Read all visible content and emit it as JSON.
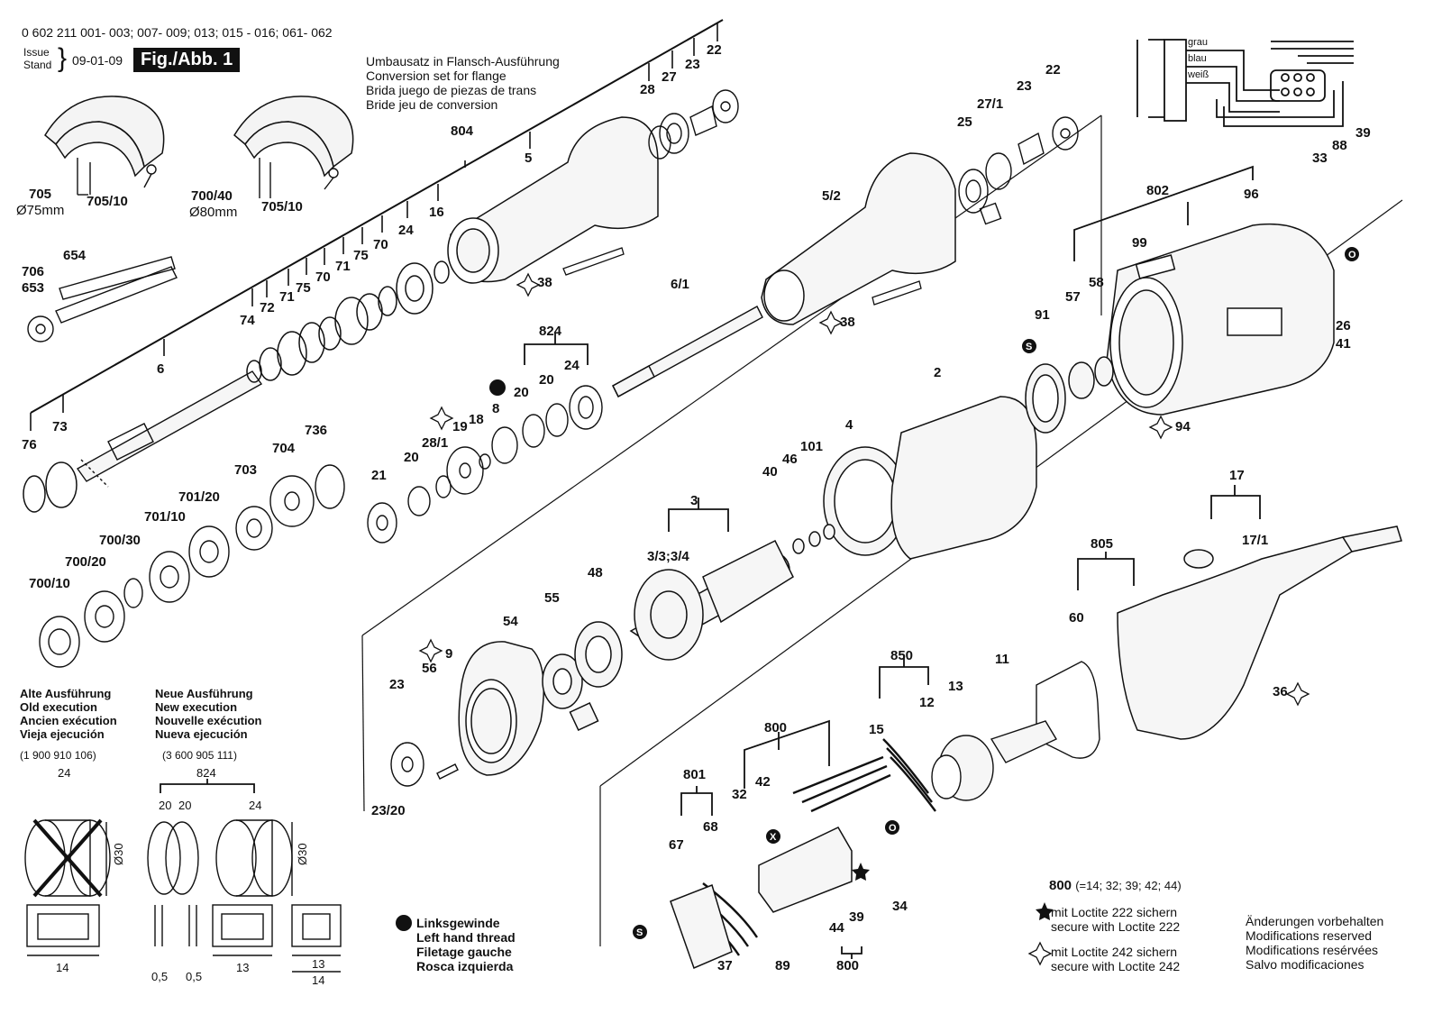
{
  "header": {
    "part_numbers": "0 602 211 001- 003; 007- 009; 013; 015 - 016; 061- 062",
    "issue_label": "Issue",
    "stand_label": "Stand",
    "date": "09-01-09",
    "figure": "Fig./Abb. 1"
  },
  "flange_set": {
    "lines": [
      "Umbausatz in Flansch-Ausführung",
      "Conversion set for flange",
      "Brida juego de piezas de trans",
      "Bride jeu de conversion"
    ]
  },
  "wiring": {
    "wires": [
      "grau",
      "blau",
      "weiß"
    ]
  },
  "old_execution": {
    "lines": [
      "Alte Ausführung",
      "Old execution",
      "Ancien exécution",
      "Vieja ejecución"
    ],
    "part_no": "(1 900 910 106)",
    "item": "24",
    "dim_d": "Ø30",
    "dim_len": "14"
  },
  "new_execution": {
    "lines": [
      "Neue Ausführung",
      "New execution",
      "Nouvelle exécution",
      "Nueva ejecución"
    ],
    "part_no": "(3 600 905 111)",
    "group": "824",
    "items": [
      "20",
      "20",
      "24"
    ],
    "dim_d": "Ø30",
    "dim_a": "0,5",
    "dim_b": "0,5",
    "dim_len1": "13",
    "dim_len2": "13",
    "dim_len3": "14"
  },
  "left_thread": {
    "lines": [
      "Linksgewinde",
      "Left hand thread",
      "Filetage gauche",
      "Rosca izquierda"
    ]
  },
  "kit_800": {
    "label": "800",
    "content": "(=14; 32; 39; 42; 44)"
  },
  "loctite": {
    "l222": [
      "mit Loctite 222 sichern",
      "secure with Loctite 222"
    ],
    "l242": [
      "mit Loctite 242 sichern",
      "secure with Loctite 242"
    ]
  },
  "modifications": {
    "lines": [
      "Änderungen vorbehalten",
      "Modifications reserved",
      "Modifications resérvées",
      "Salvo modificaciones"
    ]
  },
  "part_labels": [
    {
      "id": "22a",
      "text": "22"
    },
    {
      "id": "23a",
      "text": "23"
    },
    {
      "id": "27a",
      "text": "27"
    },
    {
      "id": "28",
      "text": "28"
    },
    {
      "id": "804",
      "text": "804"
    },
    {
      "id": "5",
      "text": "5"
    },
    {
      "id": "16",
      "text": "16"
    },
    {
      "id": "24a",
      "text": "24"
    },
    {
      "id": "70a",
      "text": "70"
    },
    {
      "id": "75a",
      "text": "75"
    },
    {
      "id": "71a",
      "text": "71"
    },
    {
      "id": "70b",
      "text": "70"
    },
    {
      "id": "75b",
      "text": "75"
    },
    {
      "id": "71b",
      "text": "71"
    },
    {
      "id": "72",
      "text": "72"
    },
    {
      "id": "74",
      "text": "74"
    },
    {
      "id": "6",
      "text": "6"
    },
    {
      "id": "73",
      "text": "73"
    },
    {
      "id": "76",
      "text": "76"
    },
    {
      "id": "705",
      "text": "705"
    },
    {
      "id": "d75",
      "text": "Ø75mm"
    },
    {
      "id": "705_10a",
      "text": "705/10"
    },
    {
      "id": "700_40",
      "text": "700/40"
    },
    {
      "id": "d80",
      "text": "Ø80mm"
    },
    {
      "id": "705_10b",
      "text": "705/10"
    },
    {
      "id": "654",
      "text": "654"
    },
    {
      "id": "706",
      "text": "706"
    },
    {
      "id": "653",
      "text": "653"
    },
    {
      "id": "736",
      "text": "736"
    },
    {
      "id": "704",
      "text": "704"
    },
    {
      "id": "703",
      "text": "703"
    },
    {
      "id": "701_20",
      "text": "701/20"
    },
    {
      "id": "701_10",
      "text": "701/10"
    },
    {
      "id": "700_30",
      "text": "700/30"
    },
    {
      "id": "700_20",
      "text": "700/20"
    },
    {
      "id": "700_10",
      "text": "700/10"
    },
    {
      "id": "22b",
      "text": "22"
    },
    {
      "id": "23b",
      "text": "23"
    },
    {
      "id": "27_1",
      "text": "27/1"
    },
    {
      "id": "25",
      "text": "25"
    },
    {
      "id": "5_2",
      "text": "5/2"
    },
    {
      "id": "38a",
      "text": "38"
    },
    {
      "id": "38b",
      "text": "38"
    },
    {
      "id": "6_1",
      "text": "6/1"
    },
    {
      "id": "824",
      "text": "824"
    },
    {
      "id": "20a",
      "text": "20"
    },
    {
      "id": "20b",
      "text": "20"
    },
    {
      "id": "24b",
      "text": "24"
    },
    {
      "id": "8",
      "text": "8"
    },
    {
      "id": "18",
      "text": "18"
    },
    {
      "id": "19",
      "text": "19"
    },
    {
      "id": "28_1",
      "text": "28/1"
    },
    {
      "id": "20c",
      "text": "20"
    },
    {
      "id": "21",
      "text": "21"
    },
    {
      "id": "39",
      "text": "39"
    },
    {
      "id": "88",
      "text": "88"
    },
    {
      "id": "33",
      "text": "33"
    },
    {
      "id": "802",
      "text": "802"
    },
    {
      "id": "96",
      "text": "96"
    },
    {
      "id": "99",
      "text": "99"
    },
    {
      "id": "57",
      "text": "57"
    },
    {
      "id": "58",
      "text": "58"
    },
    {
      "id": "91",
      "text": "91"
    },
    {
      "id": "26",
      "text": "26"
    },
    {
      "id": "41",
      "text": "41"
    },
    {
      "id": "94",
      "text": "94"
    },
    {
      "id": "2",
      "text": "2"
    },
    {
      "id": "4",
      "text": "4"
    },
    {
      "id": "101",
      "text": "101"
    },
    {
      "id": "46",
      "text": "46"
    },
    {
      "id": "40",
      "text": "40"
    },
    {
      "id": "3",
      "text": "3"
    },
    {
      "id": "3_3",
      "text": "3/3;3/4"
    },
    {
      "id": "48",
      "text": "48"
    },
    {
      "id": "55",
      "text": "55"
    },
    {
      "id": "54",
      "text": "54"
    },
    {
      "id": "9",
      "text": "9"
    },
    {
      "id": "56",
      "text": "56"
    },
    {
      "id": "23c",
      "text": "23"
    },
    {
      "id": "23_20",
      "text": "23/20"
    },
    {
      "id": "17",
      "text": "17"
    },
    {
      "id": "17_1",
      "text": "17/1"
    },
    {
      "id": "805",
      "text": "805"
    },
    {
      "id": "60",
      "text": "60"
    },
    {
      "id": "36",
      "text": "36"
    },
    {
      "id": "850",
      "text": "850"
    },
    {
      "id": "11",
      "text": "11"
    },
    {
      "id": "13",
      "text": "13"
    },
    {
      "id": "12",
      "text": "12"
    },
    {
      "id": "15",
      "text": "15"
    },
    {
      "id": "800a",
      "text": "800"
    },
    {
      "id": "42",
      "text": "42"
    },
    {
      "id": "32",
      "text": "32"
    },
    {
      "id": "801",
      "text": "801"
    },
    {
      "id": "67",
      "text": "67"
    },
    {
      "id": "68",
      "text": "68"
    },
    {
      "id": "34",
      "text": "34"
    },
    {
      "id": "39b",
      "text": "39"
    },
    {
      "id": "44",
      "text": "44"
    },
    {
      "id": "800b",
      "text": "800"
    },
    {
      "id": "89",
      "text": "89"
    },
    {
      "id": "37",
      "text": "37"
    }
  ]
}
